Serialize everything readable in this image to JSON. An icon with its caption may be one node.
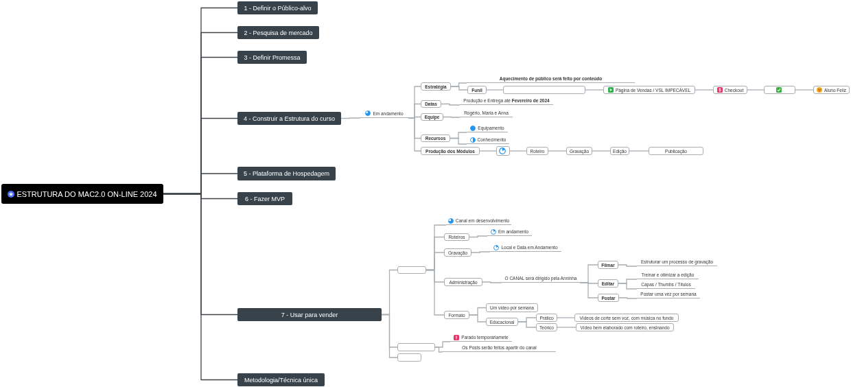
{
  "diagram": {
    "nodes": [
      {
        "text": [
          "ESTRUTURA DO MAC2.0 ON-LINE 2024"
        ]
      },
      {
        "text": [
          "1 - Definir o Público-alvo"
        ]
      },
      {
        "text": [
          "2 - Pesquisa de mercado"
        ]
      },
      {
        "text": [
          "3 - Definir Promessa"
        ]
      },
      {
        "text": [
          "4 - Construir a Estrutura do curso"
        ]
      },
      {
        "text": [
          "Em andamento"
        ]
      },
      {
        "text": [
          "Estratégia"
        ]
      },
      {
        "text": [
          "Aquecimento de público será feito por conteúdo"
        ]
      },
      {
        "text": [
          "Funil"
        ]
      },
      {
        "text": [],
        "shape": "box"
      },
      {
        "text": [
          "Página de Vendas / VSL IMPECÁVEL"
        ]
      },
      {
        "text": [
          "Checkout"
        ]
      },
      {
        "text": [],
        "shape": "box"
      },
      {
        "text": [
          "Aluno Feliz"
        ]
      },
      {
        "text": [
          "Datas"
        ]
      },
      {
        "text": [
          "Produção e Entrega até **Fevereiro de 2024**"
        ]
      },
      {
        "text": [
          "Equipe"
        ]
      },
      {
        "text": [
          "Rogério, Maria e Anna"
        ]
      },
      {
        "text": [
          "Recursos"
        ]
      },
      {
        "text": [
          "Equipamento"
        ]
      },
      {
        "text": [
          "Conhecimento"
        ]
      },
      {
        "text": [
          "Produção dos Módulos"
        ]
      },
      {
        "text": [],
        "shape": "box"
      },
      {
        "text": [
          "Roteiro"
        ]
      },
      {
        "text": [
          "Gravação"
        ]
      },
      {
        "text": [
          "Edição"
        ]
      },
      {
        "text": [
          "Publicação"
        ]
      },
      {
        "text": [
          "5 - Plataforma de Hospedagem"
        ]
      },
      {
        "text": [
          "6 - Fazer MVP"
        ]
      },
      {
        "text": [
          "7 - Usar para vender"
        ]
      },
      {
        "text": [],
        "shape": "box"
      },
      {
        "text": [
          "Canal em desenvolvimento"
        ]
      },
      {
        "text": [
          "Roteiros"
        ]
      },
      {
        "text": [
          "Em andamento"
        ]
      },
      {
        "text": [
          "Gravação"
        ]
      },
      {
        "text": [
          "Local e Data em Andamento"
        ]
      },
      {
        "text": [
          "Administração"
        ]
      },
      {
        "text": [
          "O CANAL será dirigido pela Anninha"
        ]
      },
      {
        "text": [
          "Filmar"
        ]
      },
      {
        "text": [
          "Estruturar um processo de gravação"
        ]
      },
      {
        "text": [
          "Editar"
        ]
      },
      {
        "text": [
          "Treinar e otimizar a edição"
        ]
      },
      {
        "text": [
          "Capas / Thumbs / Títulos"
        ]
      },
      {
        "text": [
          "Postar"
        ]
      },
      {
        "text": [
          "Postar uma vez por semana"
        ]
      },
      {
        "text": [
          "Formato"
        ]
      },
      {
        "text": [
          "Um vídeo por semana"
        ]
      },
      {
        "text": [
          "Educacional"
        ]
      },
      {
        "text": [
          "Prático"
        ]
      },
      {
        "text": [
          "Teórico"
        ]
      },
      {
        "text": [
          "Vídeos de corte sem voz, com música no fundo"
        ]
      },
      {
        "text": [
          "Vídeo bem elaborado com roteiro, ensinando"
        ]
      },
      {
        "text": [],
        "shape": "box"
      },
      {
        "text": [
          "Parado temporariamete"
        ]
      },
      {
        "text": [
          "Os Posts serão feitos apartir do canal"
        ]
      },
      {
        "text": [],
        "shape": "box"
      },
      {
        "text": [
          "Metodologia/Técnica única"
        ]
      }
    ],
    "edges": [
      {
        "from": 0,
        "to": 1,
        "arrow": "none",
        "color": "#3d4349"
      },
      {
        "from": 0,
        "to": 2,
        "arrow": "none",
        "color": "#3d4349"
      },
      {
        "from": 0,
        "to": 3,
        "arrow": "none",
        "color": "#3d4349"
      },
      {
        "from": 0,
        "to": 4,
        "arrow": "none",
        "color": "#3d4349"
      },
      {
        "from": 0,
        "to": 27,
        "arrow": "none",
        "color": "#3d4349"
      },
      {
        "from": 0,
        "to": 28,
        "arrow": "none",
        "color": "#3d4349"
      },
      {
        "from": 0,
        "to": 29,
        "arrow": "none",
        "color": "#3d4349"
      },
      {
        "from": 0,
        "to": 56,
        "arrow": "none",
        "color": "#3d4349"
      },
      {
        "from": 4,
        "to": 5,
        "arrow": "none"
      },
      {
        "from": 5,
        "to": 6,
        "arrow": "none"
      },
      {
        "from": 5,
        "to": 14,
        "arrow": "none"
      },
      {
        "from": 5,
        "to": 16,
        "arrow": "none"
      },
      {
        "from": 5,
        "to": 18,
        "arrow": "none"
      },
      {
        "from": 5,
        "to": 21,
        "arrow": "none"
      },
      {
        "from": 6,
        "to": 7,
        "arrow": "none"
      },
      {
        "from": 6,
        "to": 8,
        "arrow": "none"
      },
      {
        "from": 8,
        "to": 9,
        "arrow": "none"
      },
      {
        "from": 9,
        "to": 10,
        "arrow": "none"
      },
      {
        "from": 10,
        "to": 11,
        "arrow": "none"
      },
      {
        "from": 11,
        "to": 12,
        "arrow": "none"
      },
      {
        "from": 12,
        "to": 13,
        "arrow": "none"
      },
      {
        "from": 14,
        "to": 15,
        "arrow": "none"
      },
      {
        "from": 16,
        "to": 17,
        "arrow": "none"
      },
      {
        "from": 18,
        "to": 19,
        "arrow": "none"
      },
      {
        "from": 18,
        "to": 20,
        "arrow": "none"
      },
      {
        "from": 21,
        "to": 22,
        "arrow": "none"
      },
      {
        "from": 22,
        "to": 23,
        "arrow": "none"
      },
      {
        "from": 23,
        "to": 24,
        "arrow": "none"
      },
      {
        "from": 24,
        "to": 25,
        "arrow": "none"
      },
      {
        "from": 25,
        "to": 26,
        "arrow": "none"
      },
      {
        "from": 29,
        "to": 30,
        "arrow": "none"
      },
      {
        "from": 29,
        "to": 52,
        "arrow": "none"
      },
      {
        "from": 29,
        "to": 55,
        "arrow": "none"
      },
      {
        "from": 30,
        "to": 31,
        "arrow": "none"
      },
      {
        "from": 30,
        "to": 32,
        "arrow": "none"
      },
      {
        "from": 30,
        "to": 34,
        "arrow": "none"
      },
      {
        "from": 30,
        "to": 36,
        "arrow": "none"
      },
      {
        "from": 30,
        "to": 45,
        "arrow": "none"
      },
      {
        "from": 32,
        "to": 33,
        "arrow": "none"
      },
      {
        "from": 34,
        "to": 35,
        "arrow": "none"
      },
      {
        "from": 36,
        "to": 37,
        "arrow": "none"
      },
      {
        "from": 37,
        "to": 38,
        "arrow": "none"
      },
      {
        "from": 37,
        "to": 40,
        "arrow": "none"
      },
      {
        "from": 37,
        "to": 43,
        "arrow": "none"
      },
      {
        "from": 38,
        "to": 39,
        "arrow": "none"
      },
      {
        "from": 40,
        "to": 41,
        "arrow": "none"
      },
      {
        "from": 40,
        "to": 42,
        "arrow": "none"
      },
      {
        "from": 43,
        "to": 44,
        "arrow": "none"
      },
      {
        "from": 45,
        "to": 46,
        "arrow": "none"
      },
      {
        "from": 45,
        "to": 47,
        "arrow": "none"
      },
      {
        "from": 47,
        "to": 48,
        "arrow": "none"
      },
      {
        "from": 47,
        "to": 49,
        "arrow": "none"
      },
      {
        "from": 48,
        "to": 50,
        "arrow": "none"
      },
      {
        "from": 49,
        "to": 51,
        "arrow": "none"
      },
      {
        "from": 52,
        "to": 53,
        "arrow": "none"
      },
      {
        "from": 52,
        "to": 54,
        "arrow": "none"
      }
    ]
  }
}
